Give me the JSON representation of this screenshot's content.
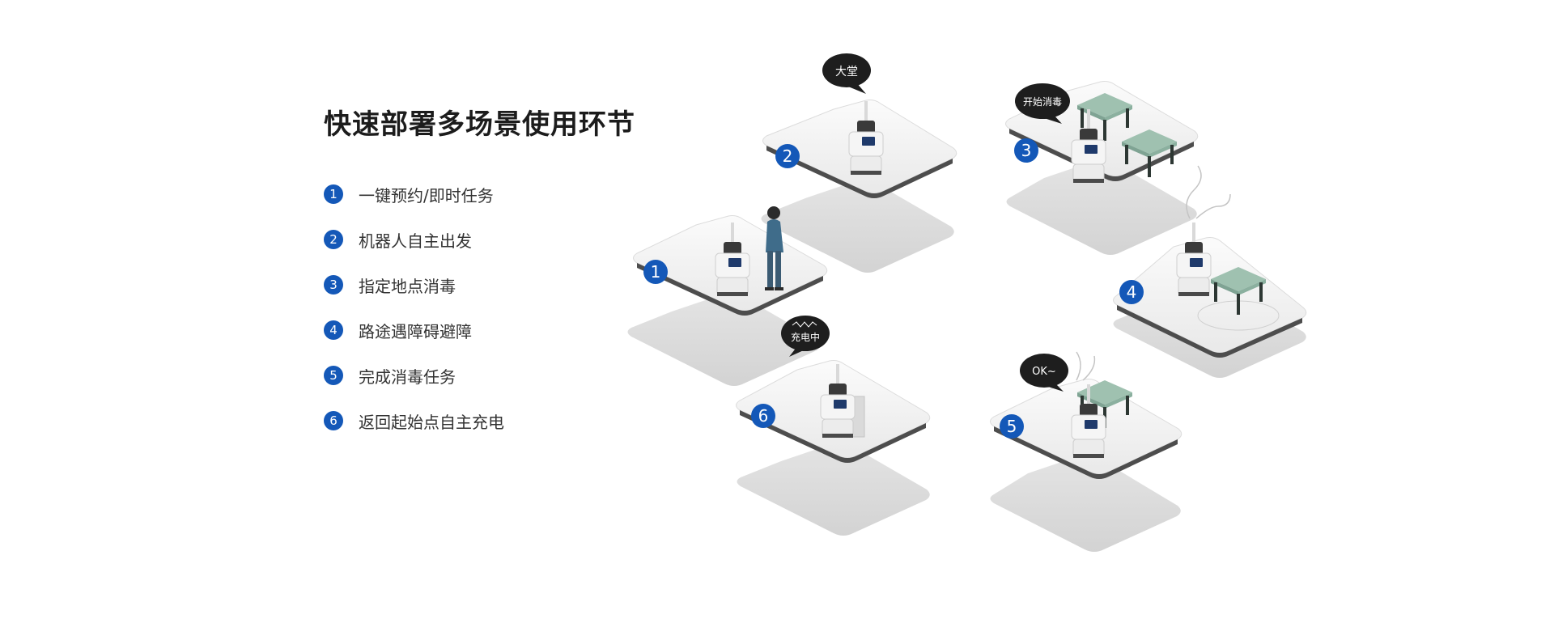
{
  "title": "快速部署多场景使用环节",
  "steps": [
    {
      "num": "1",
      "label": "一键预约/即时任务"
    },
    {
      "num": "2",
      "label": "机器人自主出发"
    },
    {
      "num": "3",
      "label": "指定地点消毒"
    },
    {
      "num": "4",
      "label": "路途遇障碍避障"
    },
    {
      "num": "5",
      "label": "完成消毒任务"
    },
    {
      "num": "6",
      "label": "返回起始点自主充电"
    }
  ],
  "bubbles": {
    "hall": "大堂",
    "start_disinfect": "开始消毒",
    "charging": "充电中",
    "ok": "OK~"
  },
  "colors": {
    "accent": "#1458b8",
    "table": "#9fc1b0",
    "bubble": "#1e1e1e"
  }
}
